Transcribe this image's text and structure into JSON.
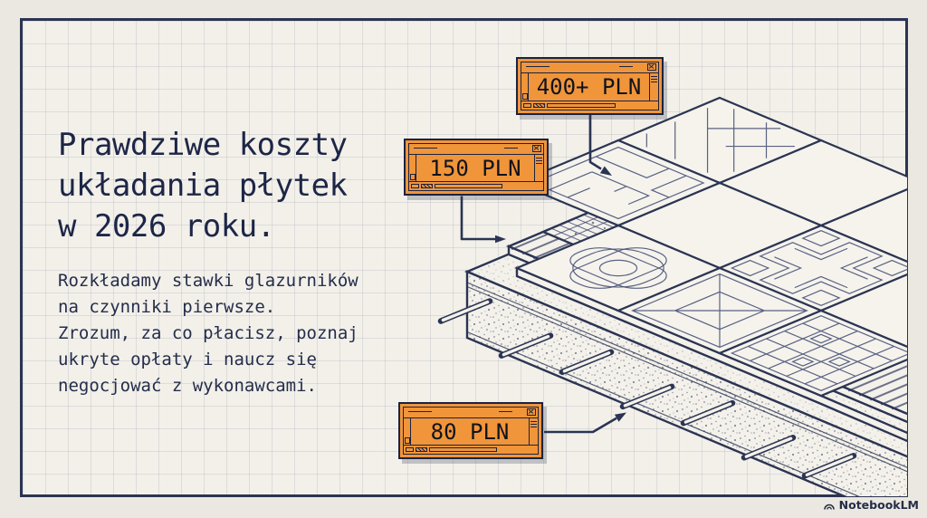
{
  "page": {
    "background": "#eae8e0",
    "paper": "#f2f0e9",
    "grid_color": "#b9bfcc",
    "frame_color": "#2b3452",
    "ink": "#1d2647",
    "accent_orange": "#f0953a"
  },
  "title": {
    "lines": [
      "Prawdziwe koszty",
      "układania płytek",
      "w 2026 roku."
    ]
  },
  "subtitle": {
    "lines": [
      "Rozkładamy stawki glazurników",
      "na czynniki pierwsze.",
      "Zrozum, za co płacisz, poznaj",
      "ukryte opłaty i naucz się",
      "negocjować z wykonawcami."
    ]
  },
  "price_labels": [
    {
      "id": "tiles-layer",
      "value": "400+ PLN"
    },
    {
      "id": "adhesive-layer",
      "value": "150 PLN"
    },
    {
      "id": "screed-layer",
      "value": "80 PLN"
    }
  ],
  "illustration": {
    "name": "isometric-tile-floor-layers",
    "layers": [
      "patterned tiles",
      "reinforcement mesh",
      "combed adhesive",
      "concrete slab with rebar"
    ]
  },
  "footer": {
    "brand": "NotebookLM"
  }
}
